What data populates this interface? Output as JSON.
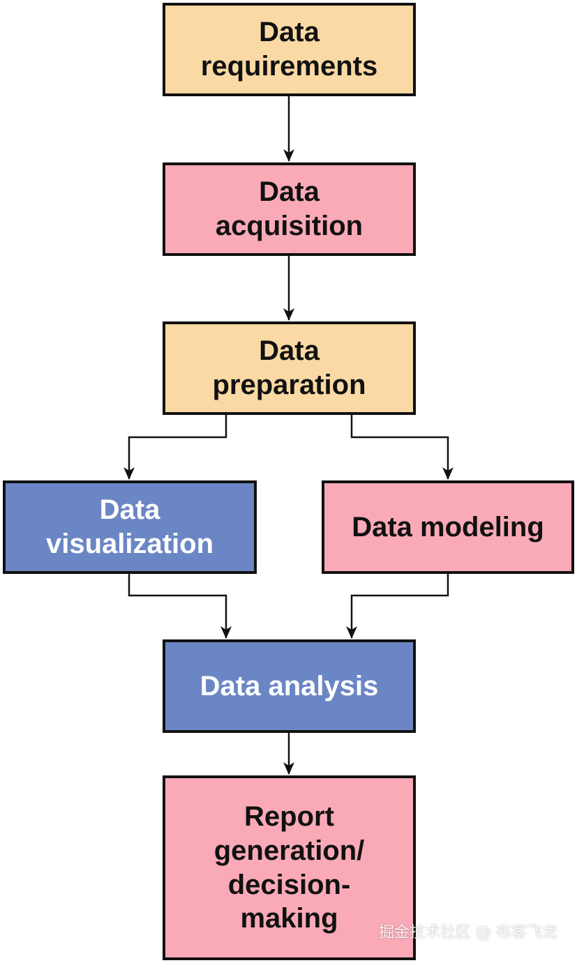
{
  "colors": {
    "orange": "#fad9a4",
    "pink": "#f9aab6",
    "blue": "#6b86c4",
    "border": "#111111",
    "arrow": "#111111",
    "dark_text": "#111111",
    "light_text": "#ffffff"
  },
  "nodes": [
    {
      "id": "requirements",
      "label": "Data\nrequirements",
      "fill": "orange"
    },
    {
      "id": "acquisition",
      "label": "Data\nacquisition",
      "fill": "pink"
    },
    {
      "id": "preparation",
      "label": "Data\npreparation",
      "fill": "orange"
    },
    {
      "id": "visualization",
      "label": "Data\nvisualization",
      "fill": "blue"
    },
    {
      "id": "modeling",
      "label": "Data modeling",
      "fill": "pink"
    },
    {
      "id": "analysis",
      "label": "Data analysis",
      "fill": "blue"
    },
    {
      "id": "report",
      "label": "Report\ngeneration/\ndecision-\nmaking",
      "fill": "pink"
    }
  ],
  "edges": [
    {
      "from": "requirements",
      "to": "acquisition"
    },
    {
      "from": "acquisition",
      "to": "preparation"
    },
    {
      "from": "preparation",
      "to": "visualization"
    },
    {
      "from": "preparation",
      "to": "modeling"
    },
    {
      "from": "visualization",
      "to": "analysis"
    },
    {
      "from": "modeling",
      "to": "analysis"
    },
    {
      "from": "analysis",
      "to": "report"
    }
  ],
  "watermark": "掘金技术社区 @ 布客飞龙"
}
